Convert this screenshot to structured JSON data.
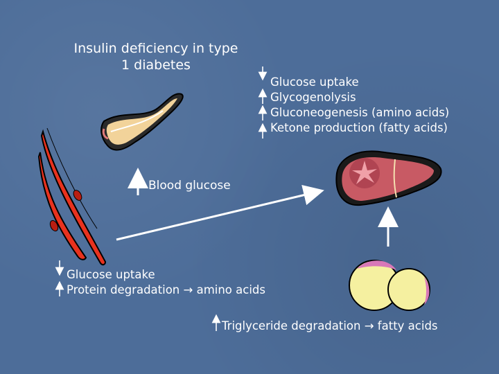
{
  "title": "Insulin deficiency in type 1 diabetes",
  "liver_effects": [
    {
      "direction": "down",
      "text": "Glucose uptake"
    },
    {
      "direction": "up",
      "text": "Glycogenolysis"
    },
    {
      "direction": "up",
      "text": "Gluconeogenesis (amino acids)"
    },
    {
      "direction": "up",
      "text": "Ketone production (fatty acids)"
    }
  ],
  "blood": {
    "direction": "up",
    "text": "Blood glucose"
  },
  "muscle_effects": [
    {
      "direction": "down",
      "text": "Glucose uptake"
    },
    {
      "direction": "up",
      "text": "Protein degradation → amino acids"
    }
  ],
  "fat_effect": {
    "direction": "up",
    "text": "Triglyceride degradation → fatty acids"
  },
  "colors": {
    "background": "#4d6d99",
    "text": "#ffffff",
    "muscle": "#e8321e",
    "liver": "#c85a64",
    "fat_cell": "#f5f0a0",
    "fat_cell_edge": "#d878b8"
  }
}
